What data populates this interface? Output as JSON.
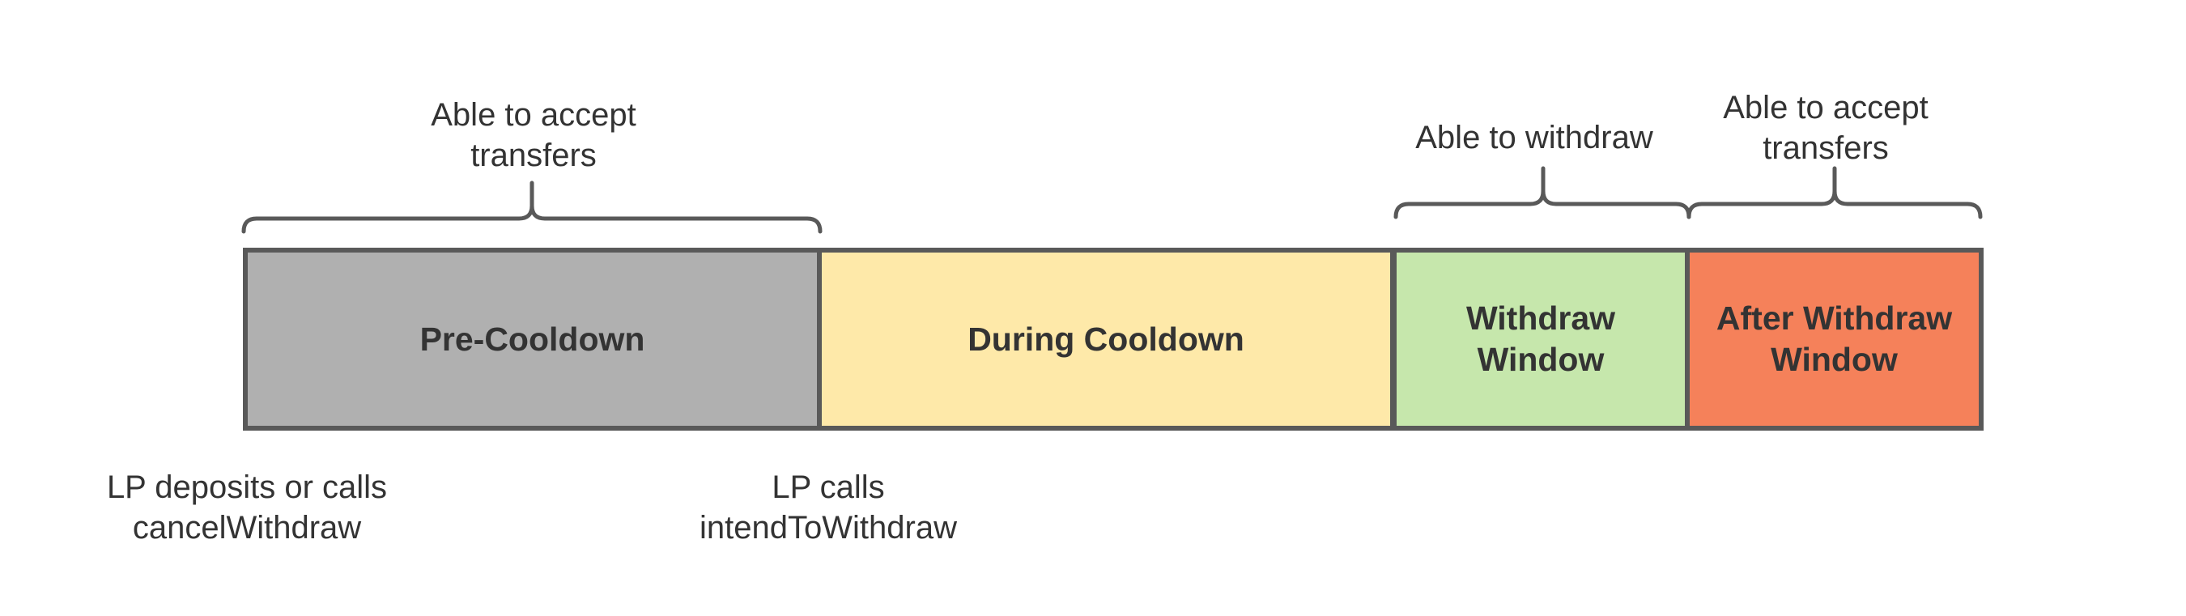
{
  "colors": {
    "pre_cooldown": "#b0b0b0",
    "during_cooldown": "#fee9a9",
    "withdraw_window": "#c6e7ac",
    "after_withdraw_window": "#f5815a",
    "outline": "#595959",
    "text": "#333333"
  },
  "segments": [
    {
      "id": "pre-cooldown",
      "label": "Pre-Cooldown"
    },
    {
      "id": "during-cooldown",
      "label": "During Cooldown"
    },
    {
      "id": "withdraw-window",
      "label": "Withdraw\nWindow"
    },
    {
      "id": "after-withdraw-window",
      "label": "After Withdraw\nWindow"
    }
  ],
  "braces": [
    {
      "id": "pre-cooldown-brace",
      "label": "Able to accept\ntransfers"
    },
    {
      "id": "withdraw-window-brace",
      "label": "Able to withdraw"
    },
    {
      "id": "after-withdraw-brace",
      "label": "Able to accept\ntransfers"
    }
  ],
  "events": [
    {
      "id": "lp-deposits",
      "label": "LP deposits or calls\ncancelWithdraw"
    },
    {
      "id": "lp-intend",
      "label": "LP calls\nintendToWithdraw"
    }
  ]
}
